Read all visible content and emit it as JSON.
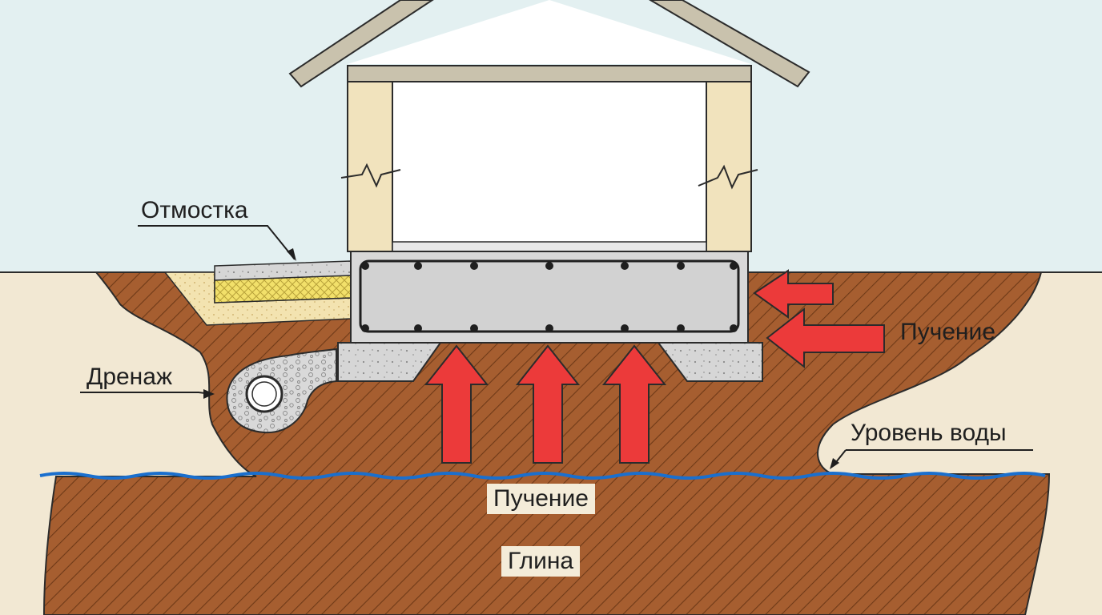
{
  "labels": {
    "otmostka": "Отмостка",
    "drenazh": "Дренаж",
    "puchenie_side": "Пучение",
    "uroven_vody": "Уровень воды",
    "puchenie_bottom": "Пучение",
    "glina": "Глина"
  },
  "colors": {
    "sky": "#e3f0f1",
    "clay": "#a65e30",
    "hatch": "#6f3a18",
    "sand": "#f2e8d3",
    "roof": "#c9c2ad",
    "post": "#f1e3bd",
    "concrete": "#d8d8d8",
    "water": "#1a6fce",
    "arrow": "#ec3a3a",
    "insulation": "#f2e06a"
  }
}
